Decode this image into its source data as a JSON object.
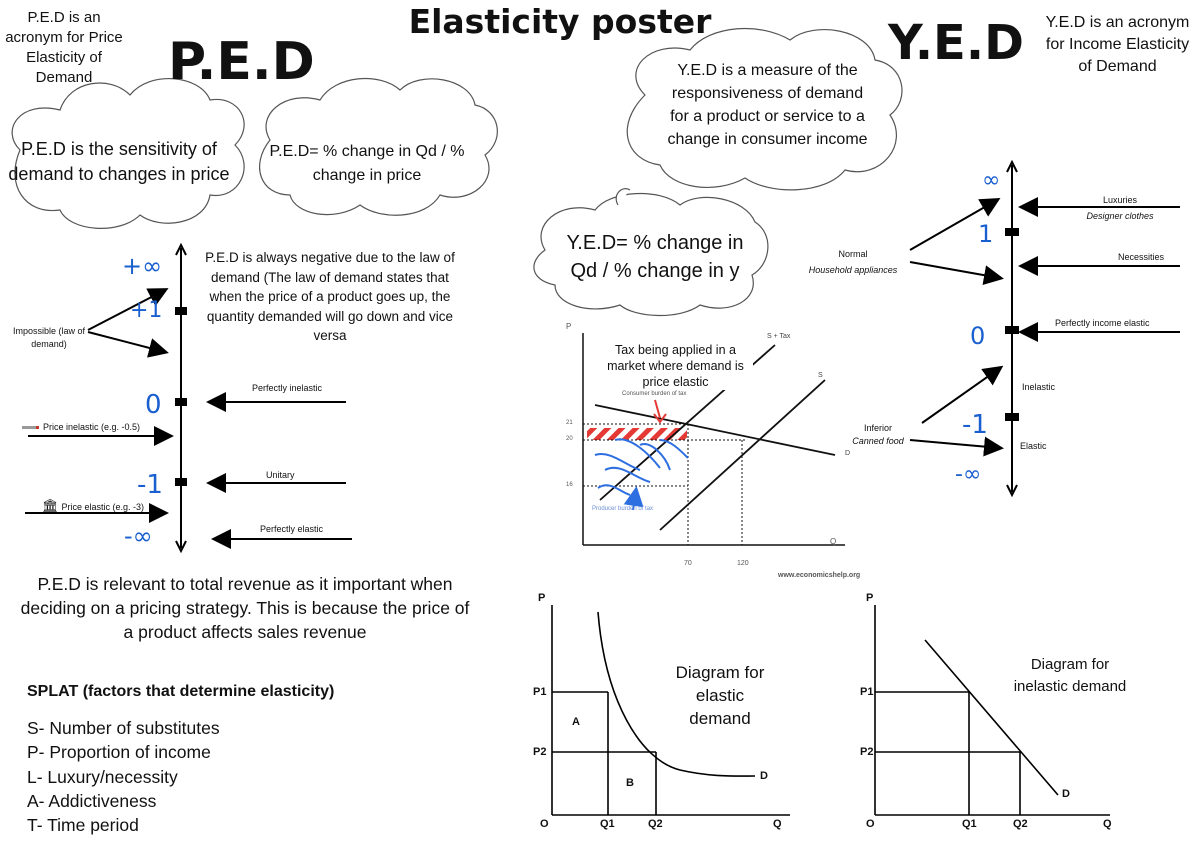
{
  "poster": {
    "title": "Elasticity poster"
  },
  "ped": {
    "heading": "P.E.D",
    "acronym_note": "P.E.D is an acronym for Price Elasticity of Demand",
    "definition": "P.E.D is the sensitivity of demand to changes in price",
    "formula": "P.E.D= % change in Qd / % change in price",
    "negative_note": "P.E.D is always negative due to the law of demand (The law of demand states that when the price of a product goes up, the quantity demanded will go down and vice versa",
    "scale": {
      "marks": [
        "+∞",
        "+1",
        "0",
        "-1",
        "-∞"
      ],
      "impossible": "Impossible (law of demand)",
      "perfectly_inelastic": "Perfectly inelastic",
      "price_inelastic": "Price inelastic (e.g. -0.5)",
      "unitary": "Unitary",
      "price_elastic": "Price elastic (e.g. -3)",
      "perfectly_elastic": "Perfectly elastic"
    },
    "revenue_note": "P.E.D is relevant to total revenue as it important when deciding on a pricing strategy. This is because the price of a product affects sales revenue",
    "splat_heading": "SPLAT (factors that determine elasticity)",
    "splat": [
      "S-  Number of substitutes",
      "P- Proportion of income",
      "L- Luxury/necessity",
      "A- Addictiveness",
      "T- Time period"
    ]
  },
  "yed": {
    "heading": "Y.E.D",
    "acronym_note": "Y.E.D is an acronym for Income Elasticity of Demand",
    "definition": "Y.E.D is a measure of the responsiveness of demand for a product or service to a change in consumer income",
    "formula": "Y.E.D= % change in Qd / % change in y",
    "scale": {
      "marks": [
        "∞",
        "1",
        "0",
        "-1",
        "-∞"
      ],
      "luxuries": "Luxuries",
      "luxuries_eg": "Designer clothes",
      "necessities": "Necessities",
      "normal": "Normal",
      "normal_eg": "Household appliances",
      "perfectly_income_elastic": "Perfectly income elastic",
      "inelastic": "Inelastic",
      "elastic": "Elastic",
      "inferior": "Inferior",
      "inferior_eg": "Canned food"
    }
  },
  "tax_chart": {
    "note": "Tax being applied in a market where demand is price elastic",
    "labels": {
      "p_axis": "P",
      "q_axis": "Q",
      "s_tax": "S + Tax",
      "s": "S",
      "d": "D",
      "consumer_burden": "Consumer burden of tax",
      "producer_burden": "Producer burden of tax",
      "y21": "21",
      "y20": "20",
      "y16": "16",
      "x70": "70",
      "x120": "120",
      "source": "www.economicshelp.org"
    }
  },
  "elastic_diagram": {
    "caption": "Diagram for elastic demand",
    "labels": {
      "p": "P",
      "q": "Q",
      "o": "O",
      "p1": "P1",
      "p2": "P2",
      "q1": "Q1",
      "q2": "Q2",
      "a": "A",
      "b": "B",
      "d": "D"
    }
  },
  "inelastic_diagram": {
    "caption": "Diagram for inelastic demand",
    "labels": {
      "p": "P",
      "q": "Q",
      "o": "O",
      "p1": "P1",
      "p2": "P2",
      "q1": "Q1",
      "q2": "Q2",
      "d": "D"
    }
  }
}
